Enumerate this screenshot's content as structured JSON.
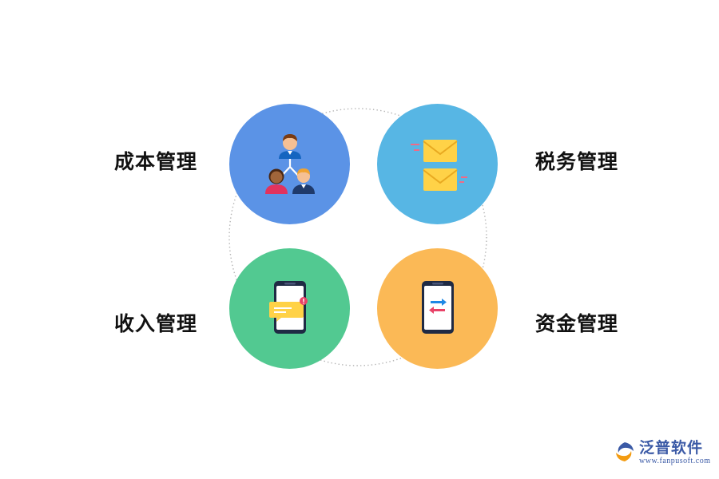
{
  "items": [
    {
      "label": "成本管理",
      "icon": "team-icon",
      "color": "#5b93e6"
    },
    {
      "label": "税务管理",
      "icon": "envelope-icon",
      "color": "#57b6e4"
    },
    {
      "label": "收入管理",
      "icon": "phone-message-icon",
      "color": "#52c991"
    },
    {
      "label": "资金管理",
      "icon": "phone-transfer-icon",
      "color": "#fbb956"
    }
  ],
  "logo": {
    "name": "泛普软件",
    "url": "www.fanpusoft.com"
  }
}
